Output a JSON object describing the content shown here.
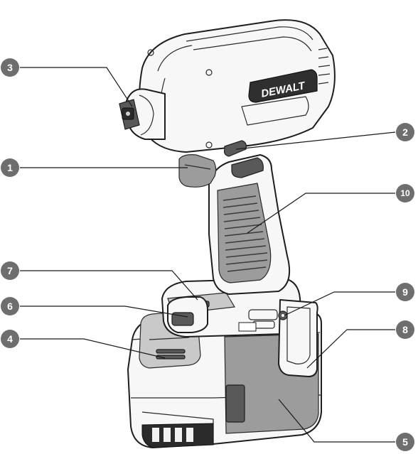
{
  "brand": {
    "logo_text": "DEWALT"
  },
  "callouts": [
    {
      "id": "c1",
      "number": "1"
    },
    {
      "id": "c2",
      "number": "2"
    },
    {
      "id": "c3",
      "number": "3"
    },
    {
      "id": "c4",
      "number": "4"
    },
    {
      "id": "c5",
      "number": "5"
    },
    {
      "id": "c6",
      "number": "6"
    },
    {
      "id": "c7",
      "number": "7"
    },
    {
      "id": "c8",
      "number": "8"
    },
    {
      "id": "c9",
      "number": "9"
    },
    {
      "id": "c10",
      "number": "10"
    }
  ]
}
